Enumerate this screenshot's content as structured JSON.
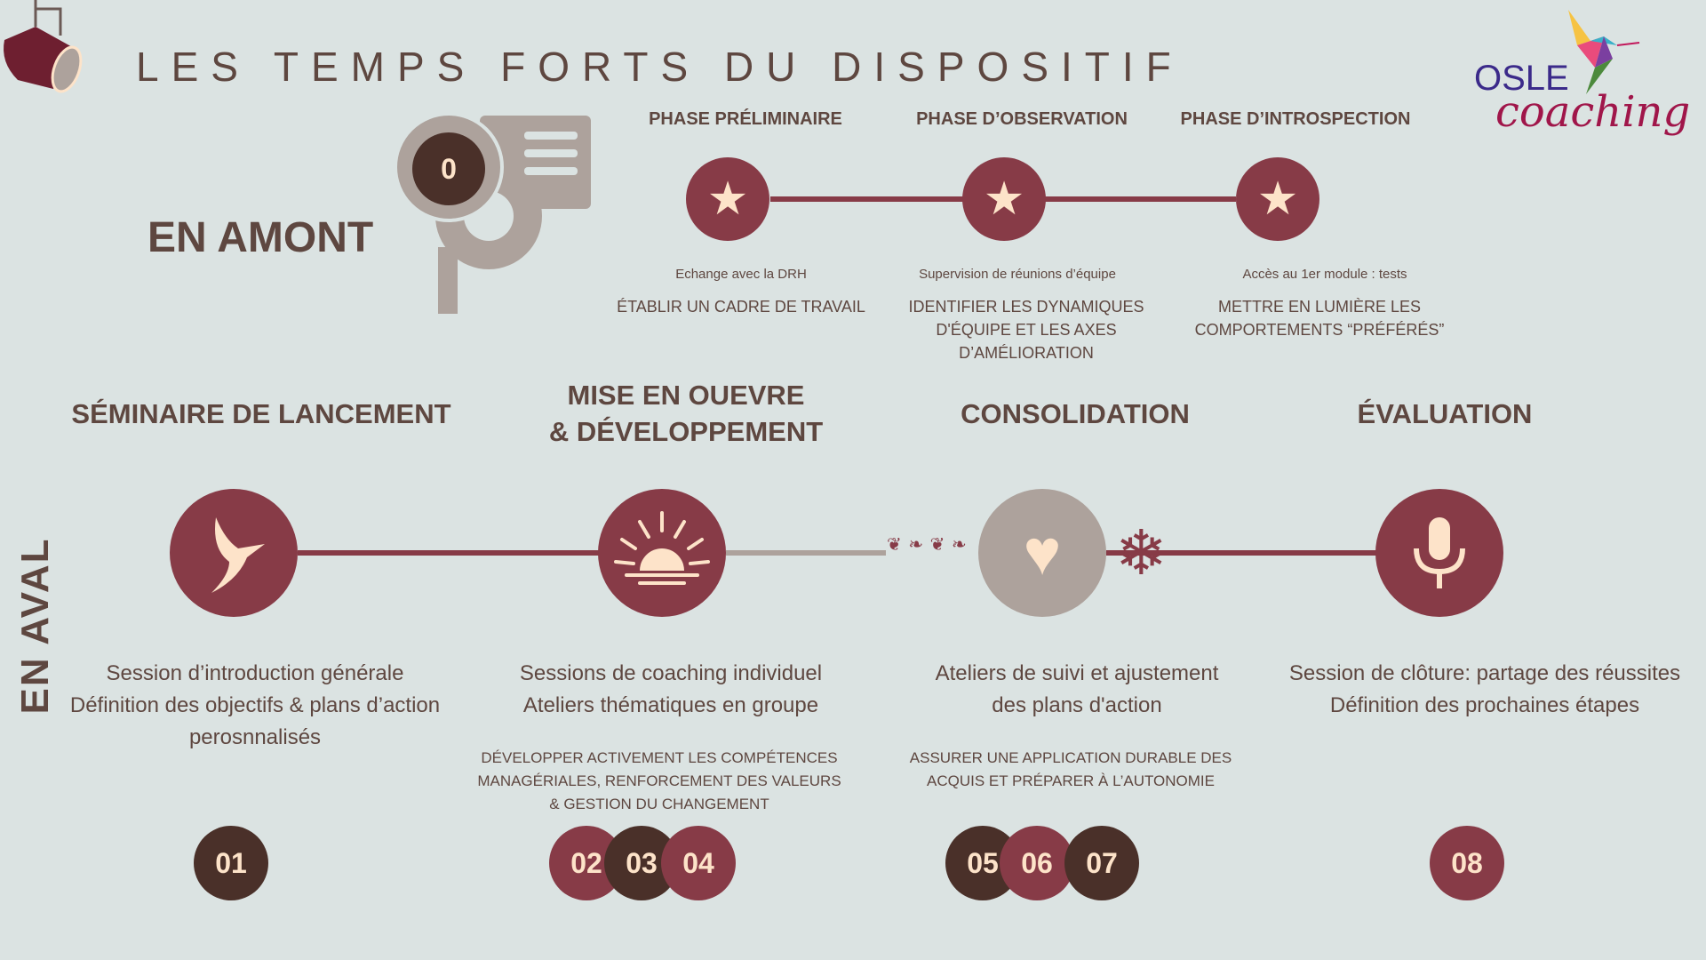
{
  "title": "LES TEMPS FORTS DU DISPOSITIF",
  "logo": {
    "line1": "OSLE",
    "line2": "coaching"
  },
  "amont": {
    "label": "EN AMONT",
    "gear_number": "0",
    "phases": [
      {
        "title": "PHASE PRÉLIMINAIRE",
        "note": "Echange avec la DRH",
        "goal": [
          "ÉTABLIR UN CADRE DE TRAVAIL"
        ]
      },
      {
        "title": "PHASE D’OBSERVATION",
        "note": "Supervision de réunions d’équipe",
        "goal": [
          "IDENTIFIER LES DYNAMIQUES",
          "D'ÉQUIPE ET LES AXES",
          "D’AMÉLIORATION"
        ]
      },
      {
        "title": "PHASE D’INTROSPECTION",
        "note": "Accès au 1er module : tests",
        "goal": [
          "METTRE EN LUMIÈRE LES",
          "COMPORTEMENTS “PRÉFÉRÉS”"
        ]
      }
    ]
  },
  "aval": {
    "label": "EN AVAL",
    "stages": [
      {
        "title": [
          "SÉMINAIRE DE LANCEMENT"
        ],
        "icon": "hummingbird-icon",
        "desc": [
          "Session d’introduction générale",
          "Définition des objectifs & plans d’action",
          "perosnnalisés"
        ],
        "sub": [],
        "numbers": [
          "01"
        ]
      },
      {
        "title": [
          "MISE EN OUEVRE",
          "& DÉVELOPPEMENT"
        ],
        "icon": "sunrise-icon",
        "desc": [
          "Sessions de coaching individuel",
          "Ateliers thématiques en groupe"
        ],
        "sub": [
          "DÉVELOPPER ACTIVEMENT LES COMPÉTENCES",
          "MANAGÉRIALES,  RENFORCEMENT DES VALEURS",
          "& GESTION DU CHANGEMENT"
        ],
        "numbers": [
          "02",
          "03",
          "04"
        ]
      },
      {
        "title": [
          "CONSOLIDATION"
        ],
        "icon": "heart-icon",
        "desc": [
          "Ateliers de suivi et ajustement",
          "des plans d'action"
        ],
        "sub": [
          "ASSURER UNE APPLICATION DURABLE DES",
          "ACQUIS ET PRÉPARER À L’AUTONOMIE"
        ],
        "numbers": [
          "05",
          "06",
          "07"
        ]
      },
      {
        "title": [
          "ÉVALUATION"
        ],
        "icon": "microphone-icon",
        "desc": [
          "Session de clôture: partage des réussites",
          "Définition des prochaines étapes"
        ],
        "sub": [],
        "numbers": [
          "08"
        ]
      }
    ]
  },
  "colors": {
    "background": "#dbe3e2",
    "maroon": "#873b47",
    "dark": "#4a3029",
    "grey": "#ada29c",
    "cream": "#fde3c9"
  }
}
